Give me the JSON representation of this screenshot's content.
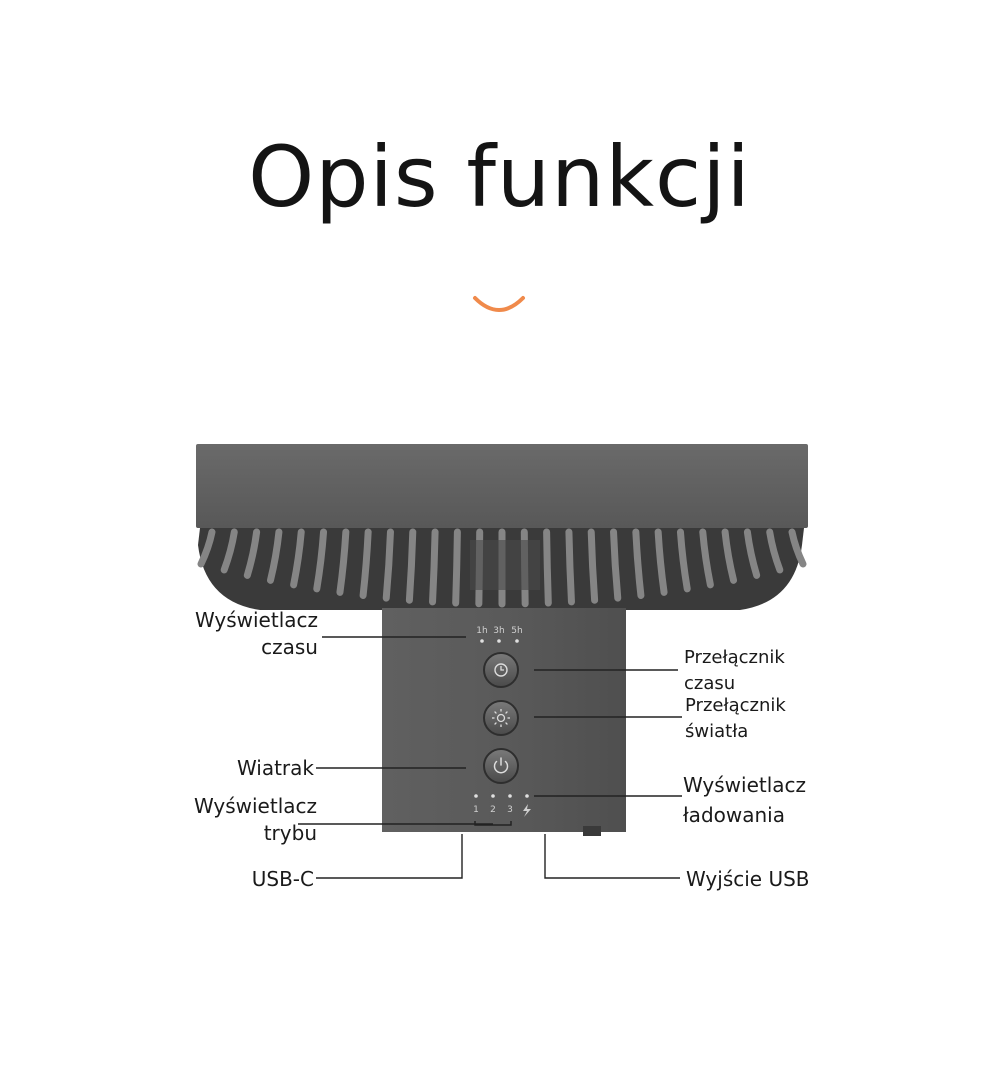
{
  "title": "Opis funkcji",
  "timer_marks": [
    "1h",
    "3h",
    "5h"
  ],
  "mode_marks": [
    "1",
    "2",
    "3"
  ],
  "charge_icon": "lightning-bolt-icon",
  "colors": {
    "fan_body": "#5f5f5f",
    "accent_smile": "#f08a4b",
    "line": "#222222"
  },
  "labels": {
    "time_display": [
      "Wyświetlacz",
      "czasu"
    ],
    "fan": "Wiatrak",
    "mode_display": [
      "Wyświetlacz",
      "trybu"
    ],
    "usb_c": "USB-C",
    "timer_switch": [
      "Przełącznik",
      "czasu"
    ],
    "light_switch": [
      "Przełącznik",
      "światła"
    ],
    "charge_display": [
      "Wyświetlacz",
      "ładowania"
    ],
    "usb_out": "Wyjście USB"
  }
}
